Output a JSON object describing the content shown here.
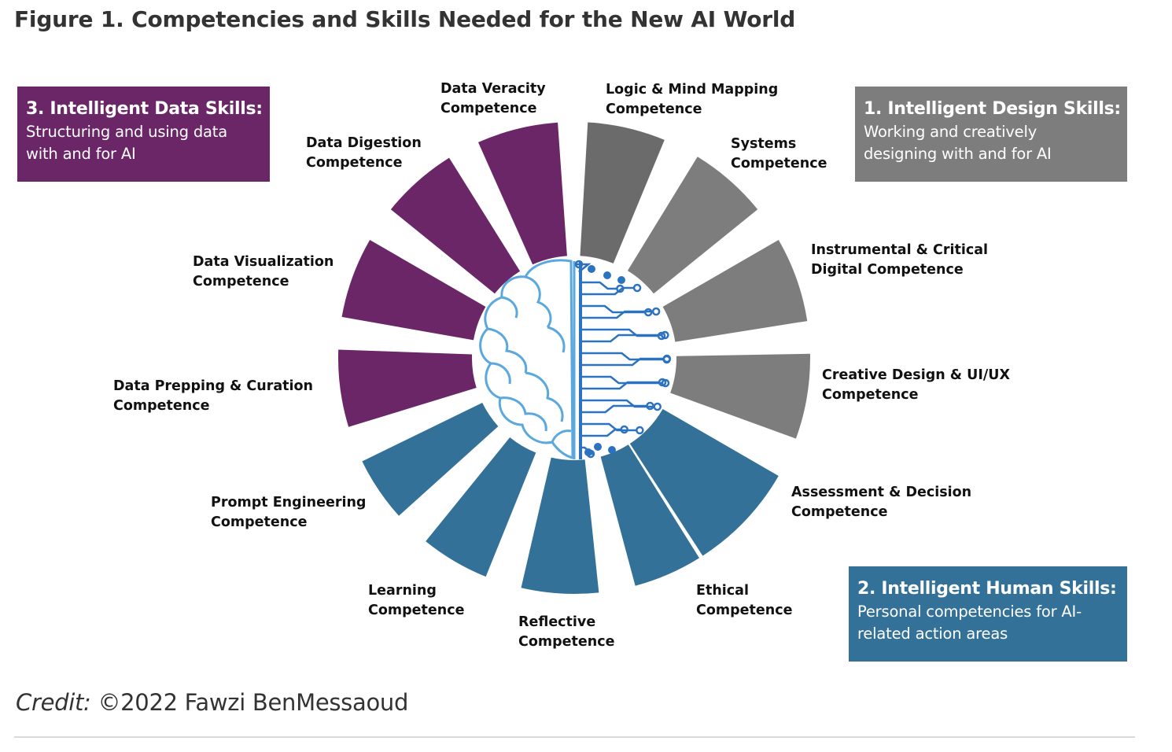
{
  "figure_title": "Figure 1. Competencies and Skills Needed for the New AI World",
  "colors": {
    "design": "#7d7d7d",
    "design_top": "#6b6b6b",
    "human": "#337199",
    "data": "#6b2668",
    "brain_outline": "#5aa8dd",
    "circuit": "#2b72c0"
  },
  "groups": {
    "data": {
      "title": "3. Intelligent Data Skills:",
      "desc_line1": "Structuring and using data",
      "desc_line2": "with and for AI",
      "color": "#6b2668"
    },
    "design": {
      "title": "1. Intelligent Design Skills:",
      "desc_line1": "Working and creatively",
      "desc_line2": "designing with and for AI",
      "color": "#7d7d7d"
    },
    "human": {
      "title": "2. Intelligent Human Skills:",
      "desc_line1": "Personal competencies for AI-",
      "desc_line2": "related action areas",
      "color": "#337199"
    }
  },
  "segments": [
    {
      "group": "design",
      "line1": "Logic & Mind Mapping",
      "line2": "Competence"
    },
    {
      "group": "design",
      "line1": "Systems",
      "line2": "Competence"
    },
    {
      "group": "design",
      "line1": "Instrumental & Critical",
      "line2": "Digital Competence"
    },
    {
      "group": "design",
      "line1": "Creative Design & UI/UX",
      "line2": "Competence"
    },
    {
      "group": "human",
      "line1": "Assessment & Decision",
      "line2": "Competence"
    },
    {
      "group": "human",
      "line1": "Ethical",
      "line2": "Competence"
    },
    {
      "group": "human",
      "line1": "Reflective",
      "line2": "Competence"
    },
    {
      "group": "human",
      "line1": "Learning",
      "line2": "Competence"
    },
    {
      "group": "human",
      "line1": "Prompt Engineering",
      "line2": "Competence"
    },
    {
      "group": "data",
      "line1": "Data Prepping & Curation",
      "line2": "Competence"
    },
    {
      "group": "data",
      "line1": "Data Visualization",
      "line2": "Competence"
    },
    {
      "group": "data",
      "line1": "Data Digestion",
      "line2": "Competence"
    },
    {
      "group": "data",
      "line1": "Data Veracity",
      "line2": "Competence"
    }
  ],
  "credit": {
    "label": "Credit:",
    "text": "©2022 Fawzi BenMessaoud"
  }
}
